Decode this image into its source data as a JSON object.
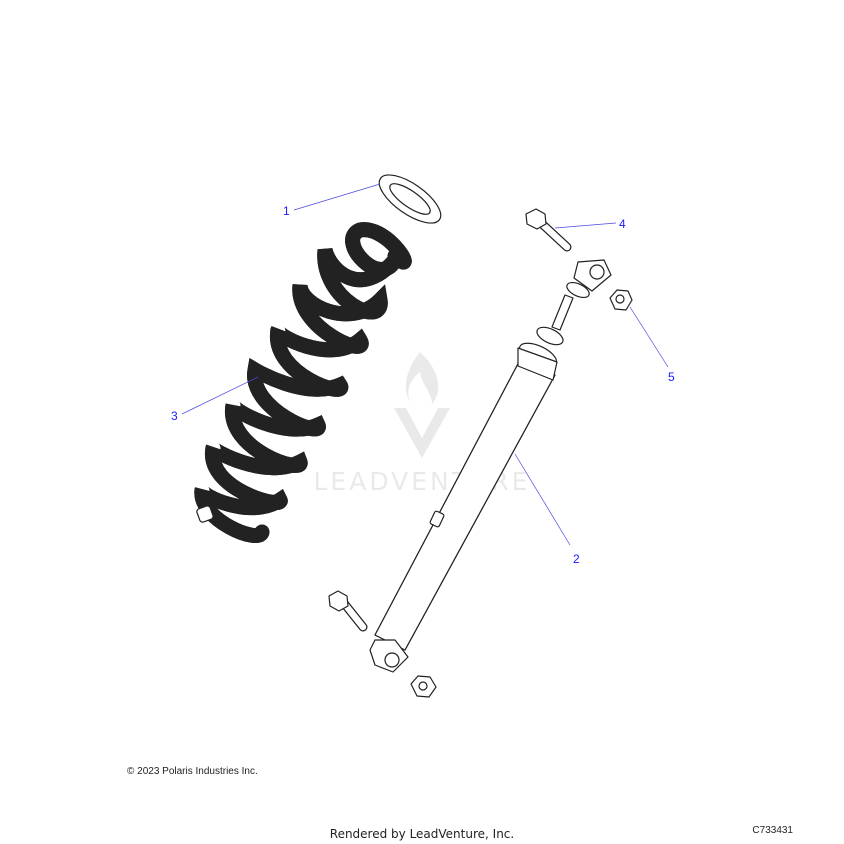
{
  "callouts": [
    {
      "label": "1",
      "part": "spring-retainer"
    },
    {
      "label": "2",
      "part": "shock-absorber"
    },
    {
      "label": "3",
      "part": "coil-spring"
    },
    {
      "label": "4",
      "part": "upper-bolt"
    },
    {
      "label": "5",
      "part": "upper-nut"
    }
  ],
  "watermark": "LEADVENTURE",
  "footer": {
    "copyright": "© 2023 Polaris Industries Inc.",
    "rendered_by": "Rendered by LeadVenture, Inc.",
    "diagram_id": "C733431"
  }
}
